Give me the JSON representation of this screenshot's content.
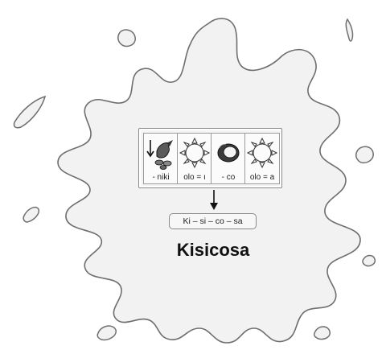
{
  "strip": {
    "cells": [
      {
        "icon": "arrow-and-bird-icon",
        "caption": "- niki"
      },
      {
        "icon": "sun-icon",
        "caption": "olo = ı"
      },
      {
        "icon": "coconut-icon",
        "caption": "- co"
      },
      {
        "icon": "sun-icon",
        "caption": "olo = a"
      }
    ]
  },
  "syllables": "Ki – si – co – sa",
  "result_word": "Kisicosa",
  "colors": {
    "splash_fill": "#f2f2f2",
    "splash_stroke": "#6e6e6e",
    "text": "#111111"
  }
}
